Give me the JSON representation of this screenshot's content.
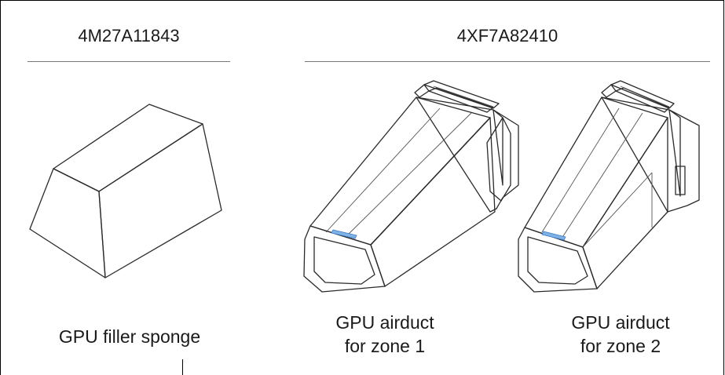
{
  "parts": [
    {
      "part_number": "4M27A11843",
      "items": [
        {
          "caption_lines": [
            "GPU filler sponge"
          ]
        }
      ]
    },
    {
      "part_number": "4XF7A82410",
      "items": [
        {
          "caption_lines": [
            "GPU airduct",
            "for zone 1"
          ]
        },
        {
          "caption_lines": [
            "GPU airduct",
            "for zone 2"
          ]
        }
      ]
    }
  ],
  "icons": [
    "sponge-icon",
    "airduct-zone1-icon",
    "airduct-zone2-icon"
  ],
  "colors": {
    "border": "#000000",
    "rule": "#777777",
    "line_art": "#2a2a2a",
    "label_accent": "#3a78c2"
  }
}
